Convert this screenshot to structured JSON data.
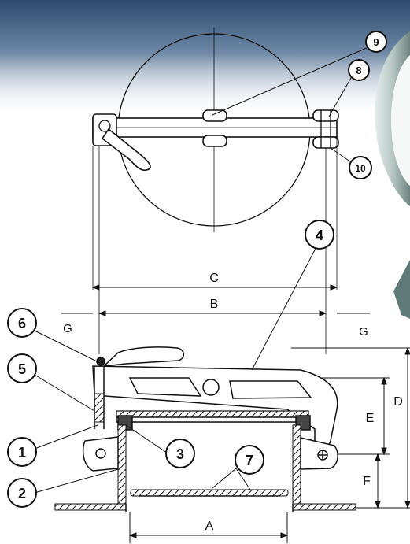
{
  "callouts": {
    "c1": "1",
    "c2": "2",
    "c3": "3",
    "c4": "4",
    "c5": "5",
    "c6": "6",
    "c7": "7",
    "c8": "8",
    "c9": "9",
    "c10": "10"
  },
  "dimensions": {
    "a": "A",
    "b": "B",
    "c": "C",
    "d": "D",
    "e": "E",
    "f": "F",
    "g_left": "G",
    "g_right": "G"
  },
  "colors": {
    "banner_top": "#2f4f73",
    "banner_bottom": "#ffffff",
    "ink": "#111111",
    "photo_metal": "#b9c8c4"
  }
}
